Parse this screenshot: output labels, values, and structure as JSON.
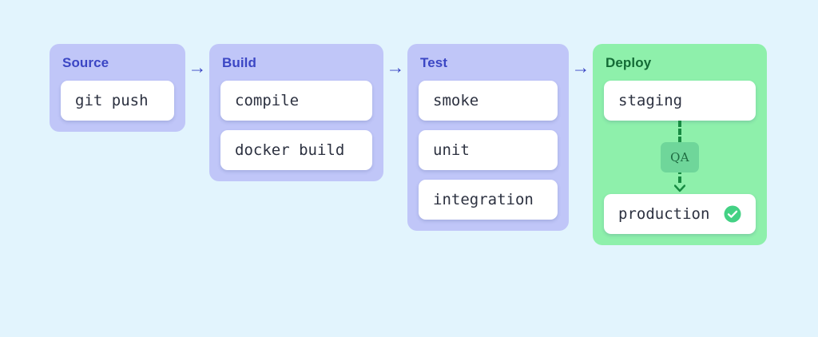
{
  "page": {
    "background_color": "#e2f4fd",
    "title": "CI/CD pipeline diagram"
  },
  "colors": {
    "stage_indigo_bg": "#c0c6f8",
    "stage_green_bg": "#8ef0ab",
    "indigo_text": "#3b46c4",
    "green_text": "#146b36",
    "card_bg": "#ffffff",
    "card_text": "#2c3140",
    "qa_badge_bg": "#6fd69a",
    "qa_badge_text": "#1e6b41",
    "connector": "#178a42",
    "success_icon": "#43d184"
  },
  "arrows": {
    "glyph": "→",
    "source_to_build": "→",
    "build_to_test": "→",
    "test_to_deploy": "→"
  },
  "stages": [
    {
      "id": "source",
      "title": "Source",
      "accent": "indigo",
      "cards": [
        {
          "label": "git push",
          "status": null
        }
      ]
    },
    {
      "id": "build",
      "title": "Build",
      "accent": "indigo",
      "cards": [
        {
          "label": "compile",
          "status": null
        },
        {
          "label": "docker build",
          "status": null
        }
      ]
    },
    {
      "id": "test",
      "title": "Test",
      "accent": "indigo",
      "cards": [
        {
          "label": "smoke",
          "status": null
        },
        {
          "label": "unit",
          "status": null
        },
        {
          "label": "integration",
          "status": null
        }
      ]
    },
    {
      "id": "deploy",
      "title": "Deploy",
      "accent": "green",
      "cards": [
        {
          "label": "staging",
          "status": null
        },
        {
          "label": "production",
          "status": "success"
        }
      ],
      "gate": {
        "label": "QA",
        "connector_style": "dashed",
        "direction": "down"
      }
    }
  ],
  "icons": {
    "success_check": "check-circle-icon",
    "arrow_right": "arrow-right-icon",
    "arrow_down": "arrow-down-icon"
  }
}
